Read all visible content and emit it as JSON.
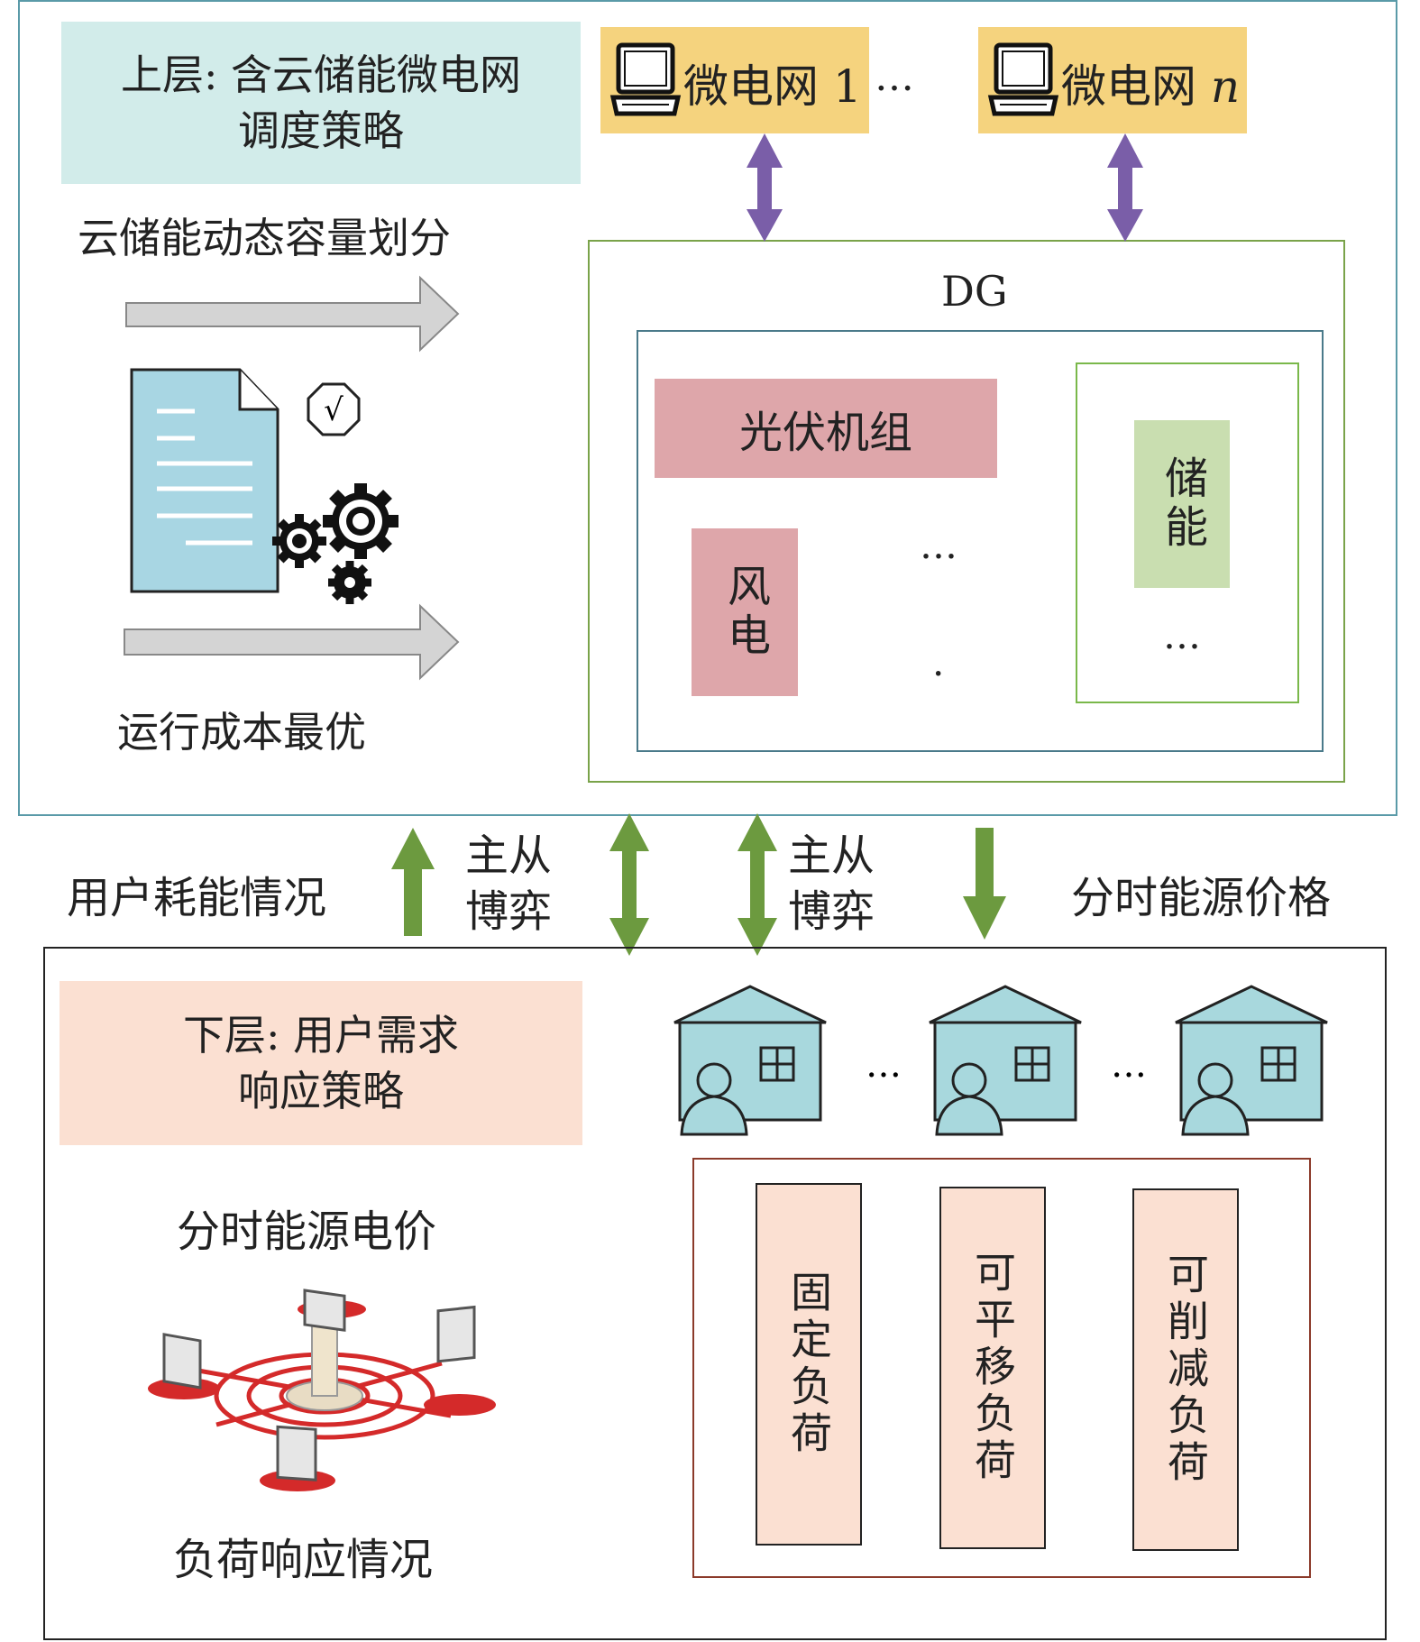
{
  "upper": {
    "title_line1": "上层: 含云储能微电网",
    "title_line2": "调度策略",
    "cloud_partition": "云储能动态容量划分",
    "cost_optimal": "运行成本最优",
    "microgrid1": "微电网 1",
    "microgrid_n_prefix": "微电网 ",
    "microgrid_n_suffix": "n",
    "ellipsis": "…",
    "check_mark": "√"
  },
  "dg": {
    "title": "DG",
    "pv": "光伏机组",
    "wind": "风电",
    "storage": "储能",
    "ellipsis": "…",
    "dot": "."
  },
  "middle": {
    "user_consumption": "用户耗能情况",
    "game1_line1": "主从",
    "game1_line2": "博弈",
    "game2_line1": "主从",
    "game2_line2": "博弈",
    "tou_price": "分时能源价格"
  },
  "lower": {
    "title_line1": "下层: 用户需求",
    "title_line2": "响应策略",
    "tou_elec_price": "分时能源电价",
    "load_response": "负荷响应情况",
    "ellipsis": "…",
    "fixed_load": "固定负荷",
    "shiftable_load": "可平移负荷",
    "curtailable_load": "可削减负荷"
  },
  "colors": {
    "upper_title_bg": "#d2ecea",
    "lower_title_bg": "#fbe0d2",
    "microgrid_bg": "#f5d37e",
    "pv_bg": "#dea6aa",
    "storage_bg": "#c9deb0",
    "load_bg": "#fbe0d2",
    "purple_arrow": "#7a5ea8",
    "green_arrow": "#6c9a3f",
    "house_fill": "#a8d8dd",
    "doc_fill": "#a8d6e3"
  }
}
